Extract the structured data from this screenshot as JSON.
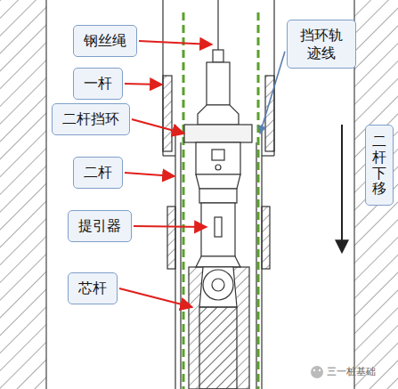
{
  "diagram": {
    "nodes": [
      {
        "text": [
          "钢丝绳"
        ]
      },
      {
        "text": [
          "挡环轨迹线"
        ]
      },
      {
        "text": [
          "一杆"
        ]
      },
      {
        "text": [
          "二杆挡环"
        ]
      },
      {
        "text": [
          "二杆下移"
        ]
      },
      {
        "text": [
          "二杆"
        ]
      },
      {
        "text": [
          "提引器"
        ]
      },
      {
        "text": [
          "芯杆"
        ]
      }
    ],
    "labels": [
      "三一桩基础"
    ]
  }
}
